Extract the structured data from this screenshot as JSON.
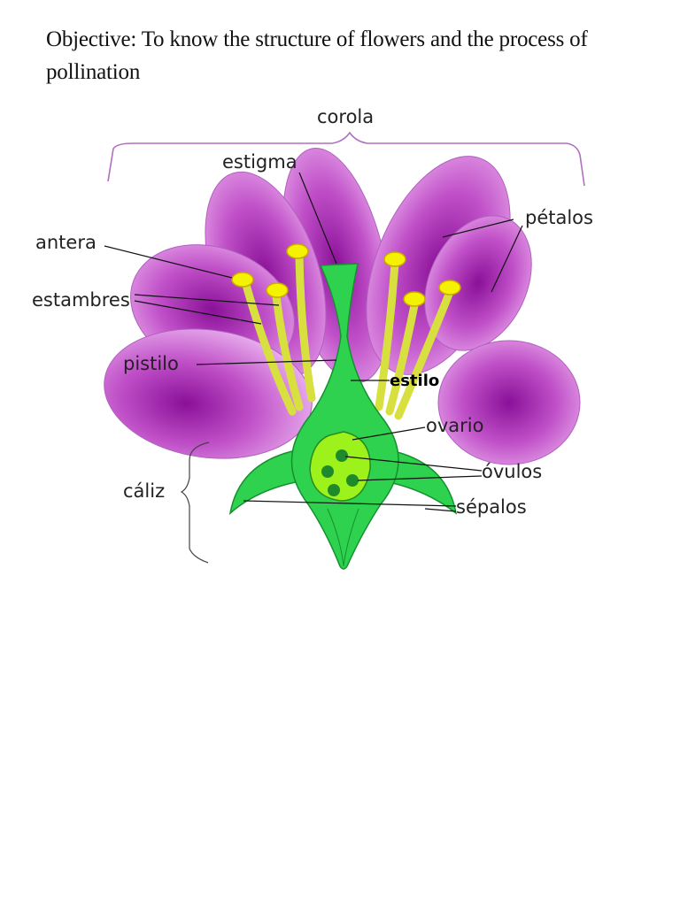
{
  "objective": "Objective: To know the structure of flowers and the process of pollination",
  "labels": {
    "corola": "corola",
    "estigma": "estigma",
    "antera": "antera",
    "petalos": "pétalos",
    "estambres": "estambres",
    "pistilo": "pistilo",
    "estilo": "estilo",
    "ovario": "ovario",
    "ovulos": "óvulos",
    "caliz": "cáliz",
    "sepalos": "sépalos"
  },
  "colors": {
    "petal": "#c050c8",
    "petal_center": "#8a1098",
    "petal_light": "#e6a4ea",
    "pistil": "#2fd24e",
    "pistil_outline": "#159030",
    "ovary": "#9cf21a",
    "ovule": "#1f8a2a",
    "stamen": "#d8e040",
    "anther": "#f4f200",
    "bracket": "#b070c0"
  }
}
